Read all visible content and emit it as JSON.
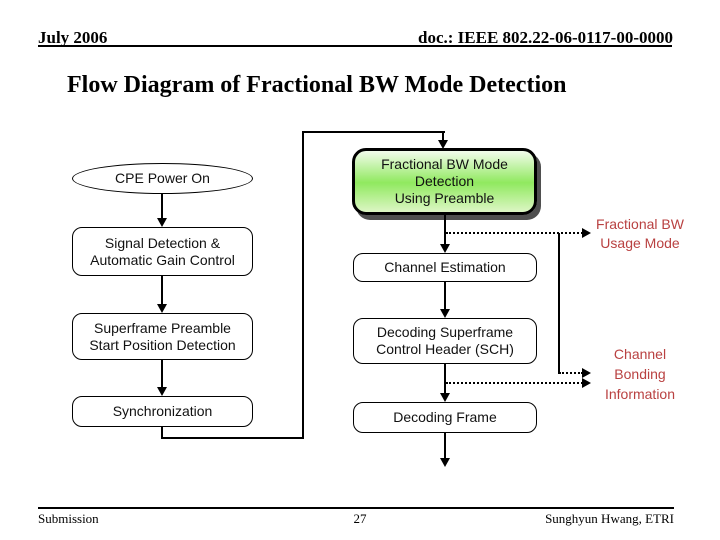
{
  "header": {
    "date": "July 2006",
    "doc_number": "doc.: IEEE 802.22-06-0117-00-0000"
  },
  "title": "Flow Diagram of Fractional BW Mode Detection",
  "flow": {
    "left": [
      {
        "label": "CPE Power On",
        "shape": "ellipse"
      },
      {
        "label": "Signal Detection &\nAutomatic Gain Control",
        "shape": "rounded-rect"
      },
      {
        "label": "Superframe Preamble\nStart Position Detection",
        "shape": "rounded-rect"
      },
      {
        "label": "Synchronization",
        "shape": "rounded-rect"
      }
    ],
    "right": [
      {
        "label": "Fractional BW Mode\nDetection\nUsing Preamble",
        "shape": "rounded-rect-highlighted"
      },
      {
        "label": "Channel Estimation",
        "shape": "rounded-rect"
      },
      {
        "label": "Decoding Superframe\nControl Header (SCH)",
        "shape": "rounded-rect"
      },
      {
        "label": "Decoding Frame",
        "shape": "rounded-rect"
      }
    ],
    "outputs": [
      {
        "label": "Fractional BW\nUsage Mode"
      },
      {
        "label": "Channel\nBonding\nInformation"
      }
    ]
  },
  "footer": {
    "left": "Submission",
    "page": "27",
    "right": "Sunghyun Hwang, ETRI"
  },
  "colors": {
    "grad_top": "#f2fcec",
    "grad_mid": "#90e95f",
    "grad_bottom": "#ddf6c5",
    "shadow": "#4f4f4f",
    "output_label": "#b94141"
  }
}
